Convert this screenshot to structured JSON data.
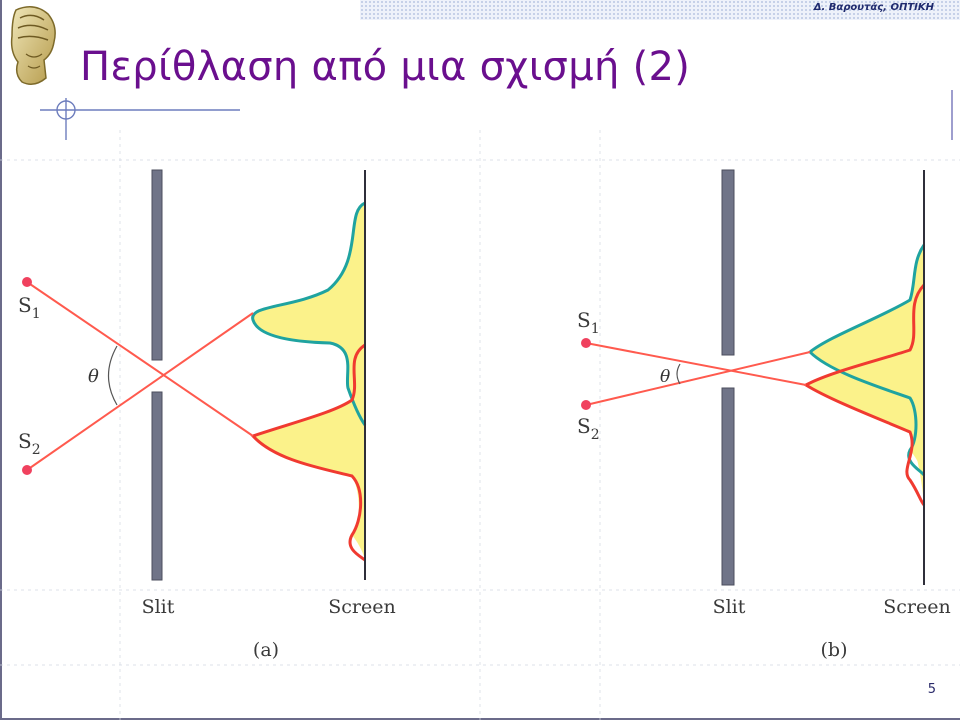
{
  "header": {
    "author": "Δ. Βαρουτάς, ΟΠΤΙΚΗ",
    "title": "Περίθλαση από μια σχισμή (2)"
  },
  "diagram_a": {
    "source_1": "S",
    "source_1_sub": "1",
    "source_2": "S",
    "source_2_sub": "2",
    "angle": "θ",
    "slit_label": "Slit",
    "screen_label": "Screen",
    "caption": "(a)"
  },
  "diagram_b": {
    "source_1": "S",
    "source_1_sub": "1",
    "source_2": "S",
    "source_2_sub": "2",
    "angle": "θ",
    "slit_label": "Slit",
    "screen_label": "Screen",
    "caption": "(b)"
  },
  "footer": {
    "page": "5"
  },
  "colors": {
    "title": "#6a0f8e",
    "ray": "#ff5a4e",
    "teal_curve": "#1fa3a0",
    "red_curve": "#f03a30",
    "fill": "#fbf28a",
    "slit": "#707488"
  },
  "icons": [
    "university-logo-icon",
    "crosshair-icon"
  ]
}
